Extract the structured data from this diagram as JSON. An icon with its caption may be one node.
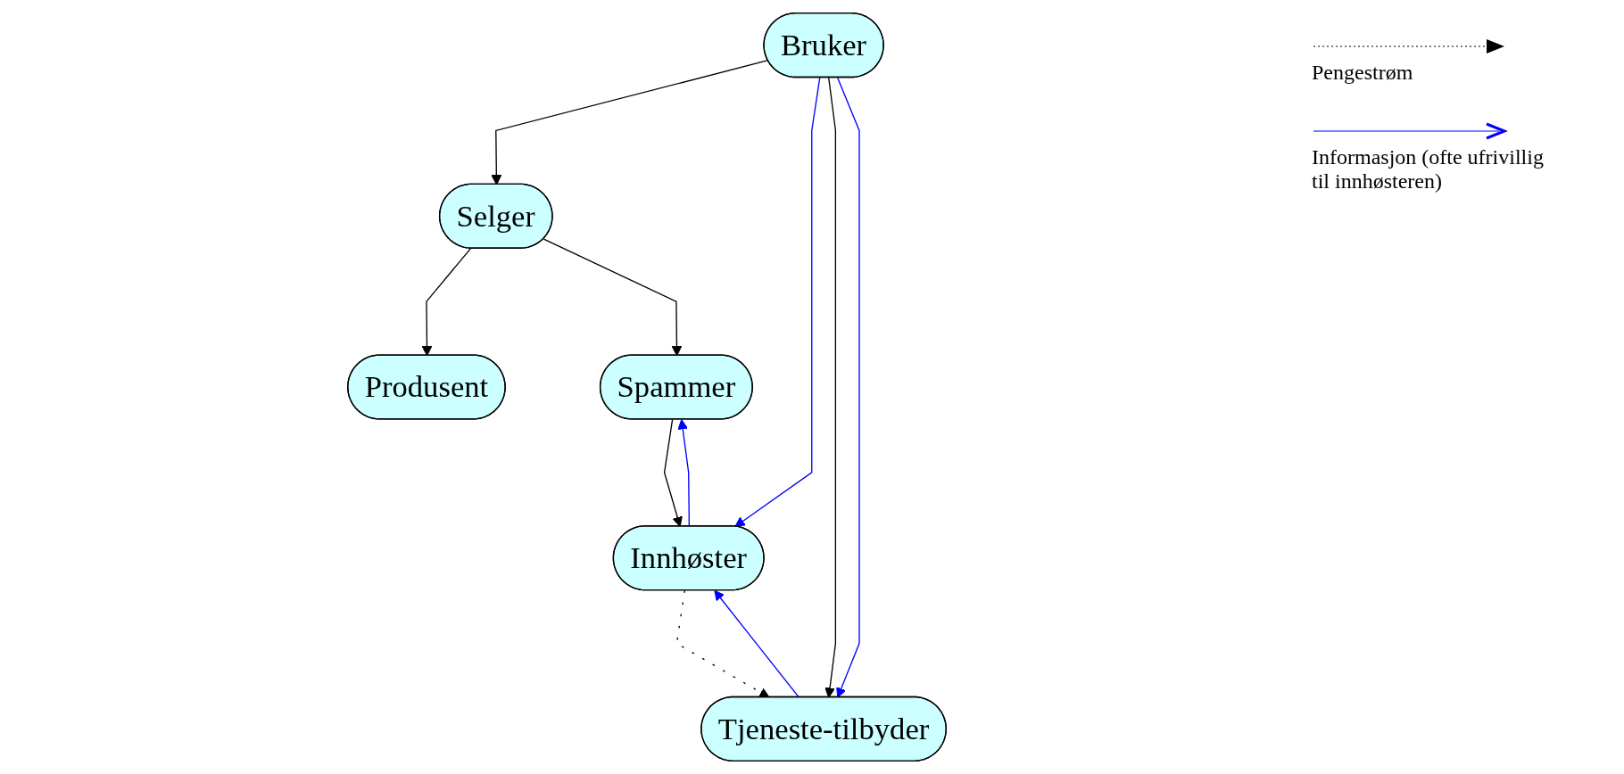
{
  "diagram": {
    "nodes": [
      {
        "text": [
          "Produsent"
        ]
      },
      {
        "text": [
          "Selger"
        ]
      },
      {
        "text": [
          "Spammer"
        ]
      },
      {
        "text": [
          "Innhøster"
        ]
      },
      {
        "text": [
          "Bruker"
        ]
      },
      {
        "text": [
          "Tjeneste-tilbyder"
        ]
      }
    ],
    "edges": [
      {
        "from": 1,
        "to": 0,
        "arrow": "to"
      },
      {
        "from": 4,
        "to": 1,
        "arrow": "to"
      },
      {
        "from": 1,
        "to": 2,
        "arrow": "to"
      },
      {
        "from": 2,
        "to": 3,
        "arrow": "to"
      },
      {
        "from": 3,
        "to": 2,
        "arrow": "to",
        "color": "#0000ff"
      },
      {
        "from": 4,
        "to": 3,
        "arrow": "to",
        "color": "#0000ff"
      },
      {
        "from": 4,
        "to": 5,
        "arrow": "to"
      },
      {
        "from": 4,
        "to": 5,
        "arrow": "to",
        "color": "#0000ff"
      },
      {
        "from": 5,
        "to": 3,
        "arrow": "to",
        "color": "#0000ff"
      },
      {
        "from": 3,
        "to": 5,
        "arrow": "to",
        "style": "dashed"
      }
    ],
    "legend": [
      {
        "text": "Pengestrøm"
      },
      {
        "text": "Informasjon (ofte ufrivillig til innhøsteren)"
      }
    ]
  }
}
